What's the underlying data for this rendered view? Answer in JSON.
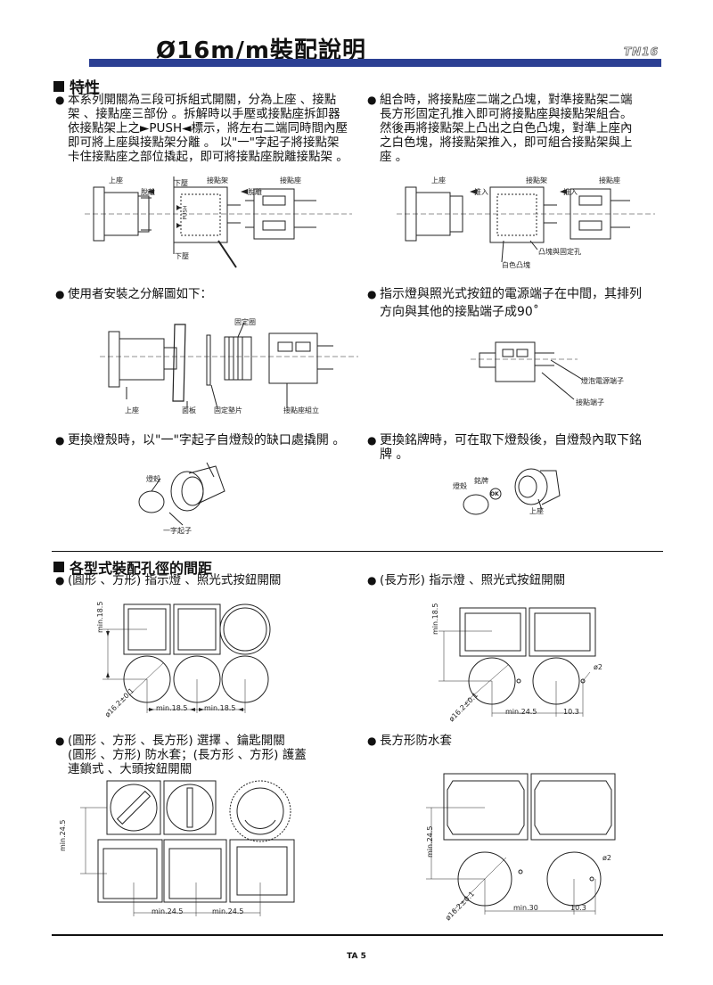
{
  "header": {
    "title": "Ø16m/m裝配說明",
    "code": "TN16"
  },
  "features": {
    "heading": "特性",
    "left_lines": [
      "本系列開關為三段可拆組式開關，分為上座 、接點",
      "架 、接點座三部份 。拆解時以手壓或接點座拆卸器",
      "依接點架上之►PUSH◄標示，將左右二端同時間內壓",
      "即可將上座與接點架分離 。 以\"一\"字起子將接點架",
      "卡住接點座之部位撬起，即可將接點座脫離接點架 。"
    ],
    "right_lines": [
      "組合時，將接點座二端之凸塊，對準接點架二端",
      "長方形固定孔推入即可將接點座與接點架組合。",
      "然後再將接點架上凸出之白色凸塊，對準上座內",
      "之白色塊，將接點架推入，即可組合接點架與上",
      "座 。"
    ],
    "fig1_labels": {
      "upper": "上座",
      "detach1": "脫離",
      "press_top": "下壓",
      "contact_frame": "接點架",
      "detach2": "脫離",
      "contact_base": "接點座",
      "press_bottom": "下壓",
      "push": "PUSH"
    },
    "fig2_labels": {
      "upper": "上座",
      "push_in1": "推入",
      "contact_frame": "接點架",
      "push_in2": "推入",
      "contact_base": "接點座",
      "boss_hole": "凸塊與固定孔",
      "white_boss": "白色凸塊"
    }
  },
  "install": {
    "heading": "使用者安裝之分解圖如下：",
    "labels": {
      "fix_ring": "固定圈",
      "upper": "上座",
      "panel": "面板",
      "fix_spacer": "固定墊片",
      "base_assembly": "接點座組立"
    }
  },
  "power": {
    "heading_line1": "指示燈與照光式按鈕的電源端子在中間，其排列",
    "heading_line2": "方向與其他的接點端子成90˚",
    "labels": {
      "lamp_terminal": "燈泡電源端子",
      "contact_terminal": "接點端子"
    }
  },
  "lamp_cover": {
    "heading": "更換燈殼時，以\"一\"字起子自燈殼的缺口處撬開 。",
    "labels": {
      "shell": "燈殼",
      "screwdriver": "一字起子"
    }
  },
  "nameplate": {
    "heading_line1": "更換銘牌時，可在取下燈殼後，自燈殼內取下銘",
    "heading_line2": "牌 。",
    "labels": {
      "shell": "燈殼",
      "plate": "銘牌",
      "upper": "上座",
      "ok": "OK"
    }
  },
  "spacing": {
    "heading": "各型式裝配孔徑的間距",
    "item1": "(圓形 、方形) 指示燈 、照光式按鈕開關",
    "item2": "(長方形) 指示燈 、照光式按鈕開關",
    "item3_lines": [
      "(圓形 、方形 、長方形) 選擇 、鑰匙開關",
      "(圓形 、方形) 防水套；(長方形 、方形) 護蓋",
      "連鎖式 、大頭按鈕開關"
    ],
    "item4": "長方形防水套",
    "dims": {
      "min18_5": "min.18.5",
      "min24_5": "min.24.5",
      "min30": "min.30",
      "d10_3": "10.3",
      "phi2": "ø2",
      "phi16": "ø16.2±0.1"
    }
  },
  "footer": {
    "page": "TA 5"
  }
}
